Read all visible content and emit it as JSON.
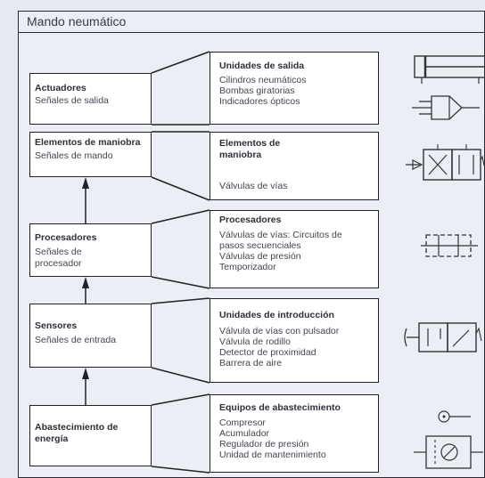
{
  "title": "Mando neumático",
  "rows": [
    {
      "left_title": "Actuadores",
      "left_sub": "Señales de salida",
      "right_title": "Unidades de salida",
      "right_items": [
        "Cilindros neumáticos",
        "Bombas giratorias",
        "Indicadores ópticos"
      ]
    },
    {
      "left_title": "Elementos de maniobra",
      "left_sub": "Señales de mando",
      "right_title": "Elementos de maniobra",
      "right_items": [
        "Válvulas de vías"
      ]
    },
    {
      "left_title": "Procesadores",
      "left_sub": "Señales de procesador",
      "right_title": "Procesadores",
      "right_items": [
        "Válvulas de vías: Circuitos de",
        "pasos secuenciales",
        "Válvulas de presión",
        "Temporizador"
      ]
    },
    {
      "left_title": "Sensores",
      "left_sub": "Señales de entrada",
      "right_title": "Unidades de introducción",
      "right_items": [
        "Válvula de vías con pulsador",
        "Válvula de rodillo",
        "Detector de proximidad",
        "Barrera de aire"
      ]
    },
    {
      "left_title": "Abastecimiento de energía",
      "left_sub": "",
      "right_title": "Equipos de abastecimiento",
      "right_items": [
        "Compresor",
        "Acumulador",
        "Regulador de presión",
        "Unidad de mantenimiento"
      ]
    }
  ]
}
